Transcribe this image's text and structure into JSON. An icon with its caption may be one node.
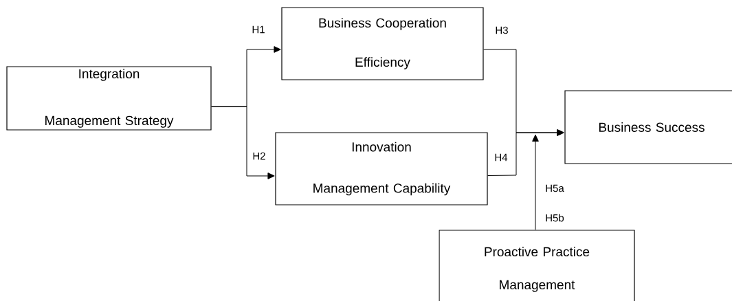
{
  "diagram": {
    "nodes": [
      {
        "text": [
          "Integration Management Strategy"
        ]
      },
      {
        "text": [
          "Business Cooperation Efficiency"
        ]
      },
      {
        "text": [
          "Innovation Management Capability"
        ]
      },
      {
        "text": [
          "Business Success"
        ]
      },
      {
        "text": [
          "Proactive Practice Management"
        ]
      }
    ],
    "edges": [
      {
        "from": 0,
        "to": 1,
        "arrow": "to",
        "label": "H1"
      },
      {
        "from": 0,
        "to": 2,
        "arrow": "to",
        "label": "H2"
      },
      {
        "from": 1,
        "to": 3,
        "arrow": "to",
        "label": "H3"
      },
      {
        "from": 2,
        "to": 3,
        "arrow": "to",
        "label": "H4"
      },
      {
        "from": 4,
        "to": null,
        "arrow": "to",
        "label": "H5a"
      }
    ],
    "labels": [
      "H5b"
    ]
  }
}
